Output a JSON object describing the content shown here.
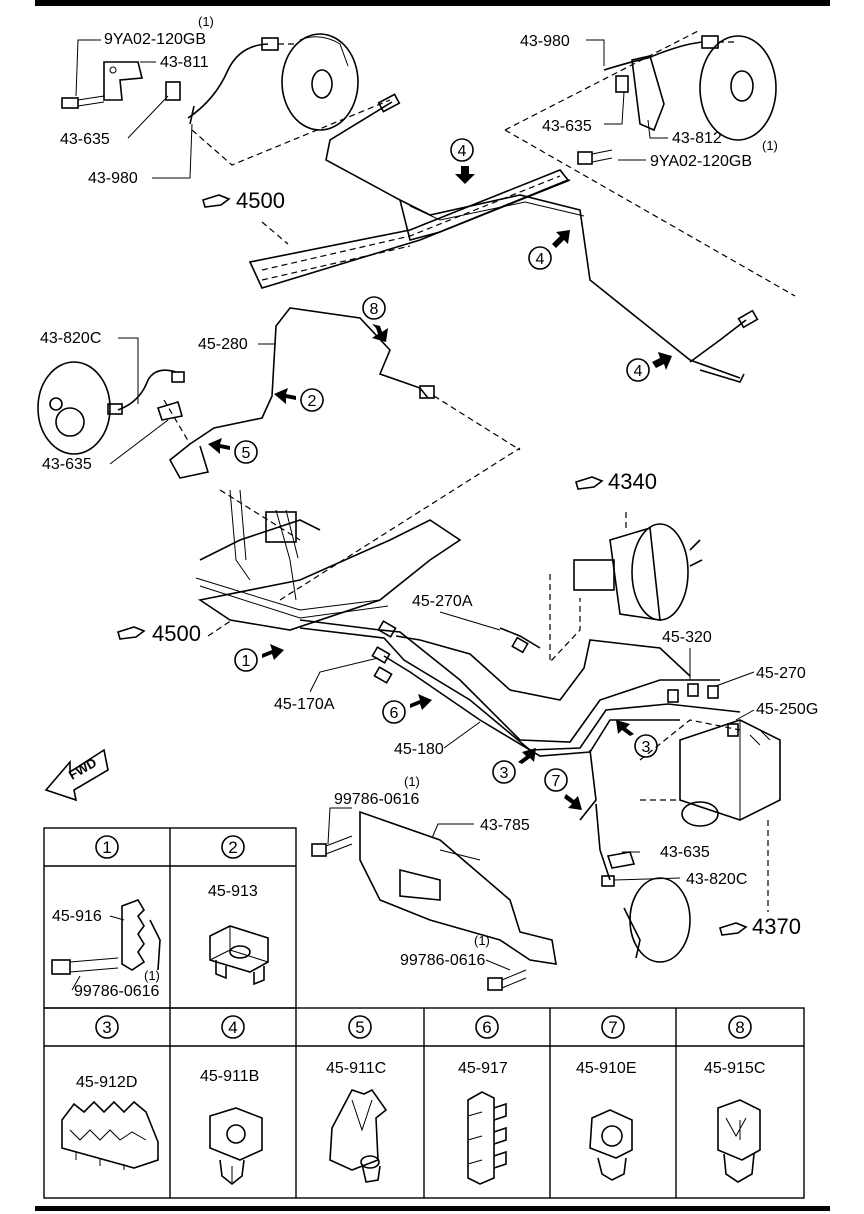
{
  "top_parts": {
    "left_bolt": "9YA02-120GB",
    "left_bolt_qty": "(1)",
    "left_bracket": "43-811",
    "left_clip": "43-635",
    "left_hose": "43-980",
    "right_hose": "43-980",
    "right_clip": "43-635",
    "right_bracket": "43-812",
    "right_bolt": "9YA02-120GB",
    "right_bolt_qty": "(1)"
  },
  "mid_parts": {
    "front_hose": "43-820C",
    "pipe_45_280": "45-280",
    "front_clip": "43-635"
  },
  "lower_parts": {
    "pipe_270a": "45-270A",
    "pipe_320": "45-320",
    "pipe_270": "45-270",
    "pipe_250g": "45-250G",
    "pipe_170a": "45-170A",
    "pipe_180": "45-180",
    "shield_bolt_top": "99786-0616",
    "shield_bolt_top_qty": "(1)",
    "shield": "43-785",
    "lower_clip": "43-635",
    "lower_hose": "43-820C",
    "shield_bolt_bottom": "99786-0616",
    "shield_bolt_bottom_qty": "(1)"
  },
  "refs": {
    "ref_4500_top": "4500",
    "ref_4500_mid": "4500",
    "ref_4340": "4340",
    "ref_4370": "4370"
  },
  "callouts": {
    "c1": "1",
    "c2": "2",
    "c3a": "3",
    "c3b": "3",
    "c4a": "4",
    "c4b": "4",
    "c4c": "4",
    "c5": "5",
    "c6": "6",
    "c7": "7",
    "c8": "8"
  },
  "fwd_label": "FWD",
  "table": {
    "row1": [
      {
        "num": "1",
        "parts": [
          "45-916",
          "99786-0616"
        ],
        "qty": "(1)"
      },
      {
        "num": "2",
        "parts": [
          "45-913"
        ]
      }
    ],
    "row2": [
      {
        "num": "3",
        "part": "45-912D"
      },
      {
        "num": "4",
        "part": "45-911B"
      },
      {
        "num": "5",
        "part": "45-911C"
      },
      {
        "num": "6",
        "part": "45-917"
      },
      {
        "num": "7",
        "part": "45-910E"
      },
      {
        "num": "8",
        "part": "45-915C"
      }
    ]
  }
}
